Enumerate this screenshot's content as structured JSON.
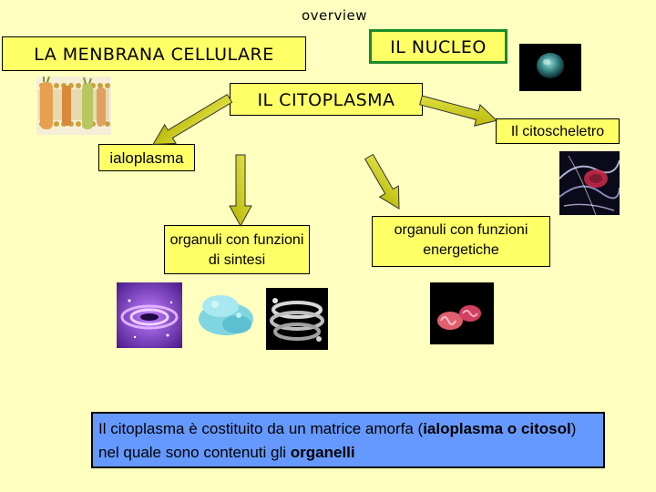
{
  "title": "overview",
  "nodes": {
    "membrana": "LA MENBRANA CELLULARE",
    "nucleo": "IL NUCLEO",
    "citoplasma": "IL CITOPLASMA",
    "citoscheletro": "Il citoscheletro",
    "ialoplasma": "ialoplasma",
    "sintesi": "organuli con funzioni di sintesi",
    "energetiche": "organuli con funzioni energetiche"
  },
  "caption": {
    "t1": "Il citoplasma è costituito da un matrice amorfa (",
    "b1": "ialoplasma o citosol",
    "t2": ") nel quale sono contenuti gli ",
    "b2": "organelli"
  },
  "colors": {
    "background": "#FFFFC0",
    "box_fill": "#FFFF66",
    "box_border_green": "#1a8a2a",
    "arrow_fill": "#CCCC00",
    "caption_fill": "#6699FF"
  }
}
